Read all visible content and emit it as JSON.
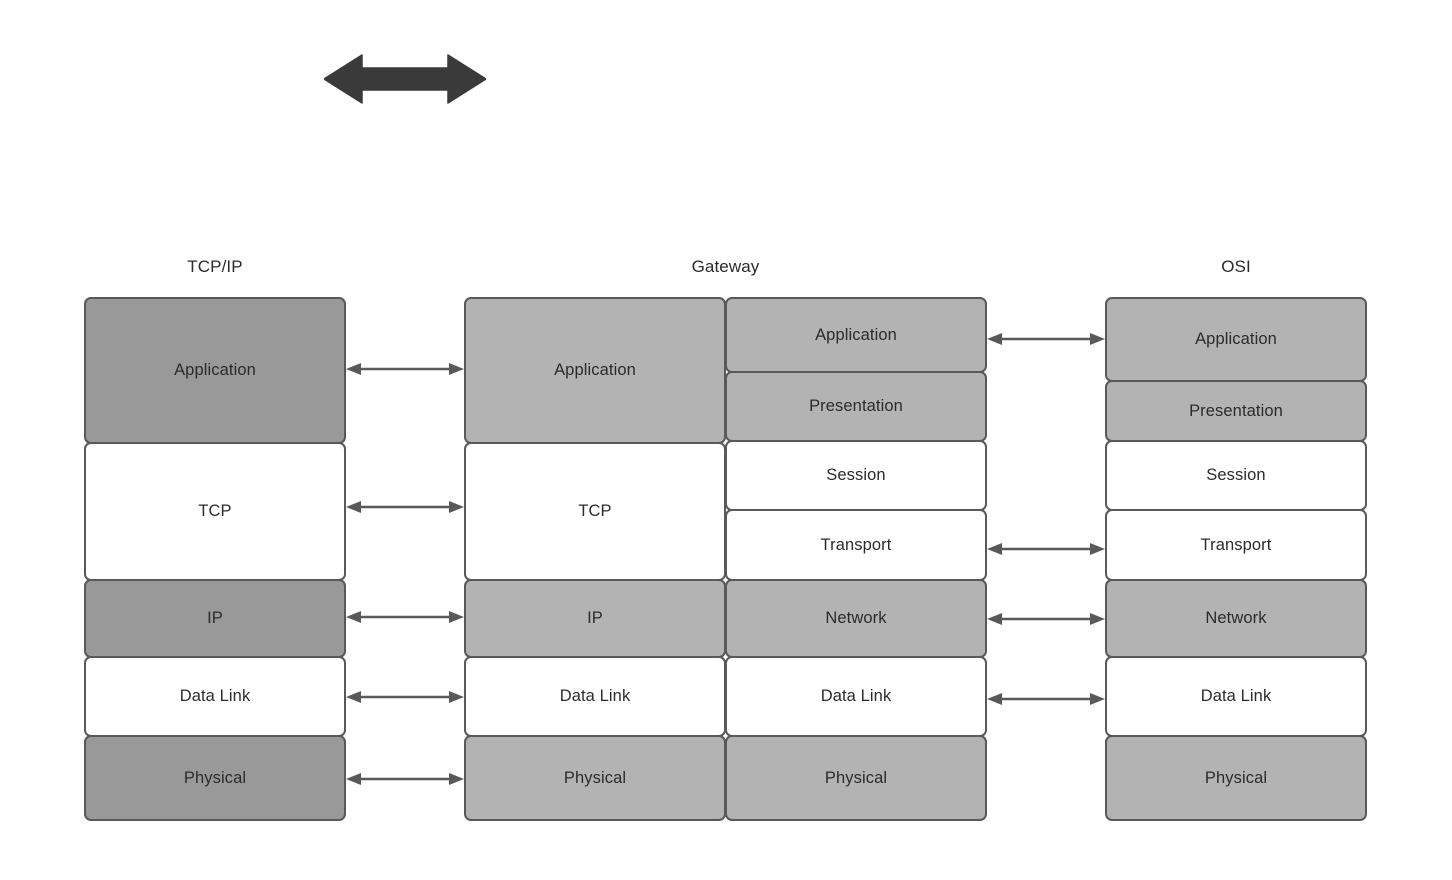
{
  "diagram": {
    "title_decoration": "double-headed-arrow",
    "colors": {
      "dark_gray_fill": "#999999",
      "mid_gray_fill": "#b3b3b3",
      "white_fill": "#ffffff",
      "border": "#595959",
      "text": "#2b2b2b",
      "arrow": "#595959",
      "decoration_arrow": "#3a3a3a"
    },
    "columns": [
      {
        "id": "tcpip",
        "header": "TCP/IP",
        "layers": [
          {
            "label": "Application",
            "fill": "dark"
          },
          {
            "label": "TCP",
            "fill": "white"
          },
          {
            "label": "IP",
            "fill": "dark"
          },
          {
            "label": "Data Link",
            "fill": "white"
          },
          {
            "label": "Physical",
            "fill": "dark"
          }
        ]
      },
      {
        "id": "gateway",
        "header": "Gateway",
        "left_layers": [
          {
            "label": "Application",
            "fill": "mid"
          },
          {
            "label": "TCP",
            "fill": "white"
          },
          {
            "label": "IP",
            "fill": "mid"
          },
          {
            "label": "Data Link",
            "fill": "white"
          },
          {
            "label": "Physical",
            "fill": "mid"
          }
        ],
        "right_layers": [
          {
            "label": "Application",
            "fill": "mid"
          },
          {
            "label": "Presentation",
            "fill": "mid"
          },
          {
            "label": "Session",
            "fill": "white"
          },
          {
            "label": "Transport",
            "fill": "white"
          },
          {
            "label": "Network",
            "fill": "mid"
          },
          {
            "label": "Data Link",
            "fill": "white"
          },
          {
            "label": "Physical",
            "fill": "mid"
          }
        ]
      },
      {
        "id": "osi",
        "header": "OSI",
        "layers": [
          {
            "label": "Application",
            "fill": "mid"
          },
          {
            "label": "Presentation",
            "fill": "mid"
          },
          {
            "label": "Session",
            "fill": "white"
          },
          {
            "label": "Transport",
            "fill": "white"
          },
          {
            "label": "Network",
            "fill": "mid"
          },
          {
            "label": "Data Link",
            "fill": "white"
          },
          {
            "label": "Physical",
            "fill": "mid"
          }
        ]
      }
    ],
    "connectors_left": [
      {
        "from": "Application",
        "to": "Application"
      },
      {
        "from": "TCP",
        "to": "TCP"
      },
      {
        "from": "IP",
        "to": "IP"
      },
      {
        "from": "Data Link",
        "to": "Data Link"
      },
      {
        "from": "Physical",
        "to": "Physical"
      }
    ],
    "connectors_right": [
      {
        "from": "Application",
        "to": "Application"
      },
      {
        "from": "Transport",
        "to": "Transport"
      },
      {
        "from": "Network",
        "to": "Network"
      },
      {
        "from": "Data Link",
        "to": "Data Link"
      }
    ]
  }
}
